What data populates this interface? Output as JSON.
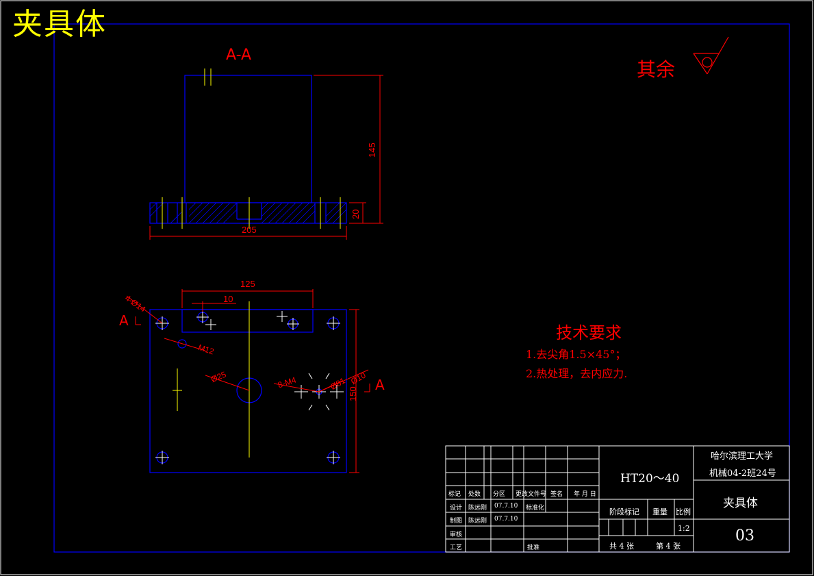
{
  "drawing": {
    "big_title": "夹具体",
    "section_label": "A-A",
    "roughness_note": "其余",
    "section_mark_left": "A",
    "section_mark_right": "A"
  },
  "dimensions": {
    "width_205": "205",
    "height_145": "145",
    "flange_20": "20",
    "span_125": "125",
    "offset_10": "10",
    "height_150": "150",
    "holes_4_14": "4-Ø14",
    "thread_m12": "M12",
    "bore_25": "Ø25",
    "holes_8_m4": "8-M4",
    "dia_a": "Ø81",
    "dia_b": "Ø10"
  },
  "tech_requirements": {
    "title": "技术要求",
    "items": [
      "1.去尖角1.5×45°；",
      "2.热处理，去内应力."
    ]
  },
  "title_block": {
    "headers": [
      "标记",
      "处数",
      "分区",
      "更改文件号",
      "签名",
      "年 月 日"
    ],
    "design_label": "设计",
    "design_name": "陈远刚",
    "design_date": "07.7.10",
    "standard_label": "标准化",
    "drawing_label": "制图",
    "drawing_name": "陈远刚",
    "drawing_date": "07.7.10",
    "review_label": "审核",
    "process_label": "工艺",
    "approve_label": "批准",
    "material": "HT20～40",
    "school": "哈尔滨理工大学",
    "class_info": "机械04-2班24号",
    "part_name": "夹具体",
    "stage_label": "阶段标记",
    "weight_label": "重量",
    "scale_label": "比例",
    "scale_value": "1:2",
    "sheets_total": "共 4 张",
    "sheet_no": "第 4 张",
    "drawing_no": "03"
  }
}
